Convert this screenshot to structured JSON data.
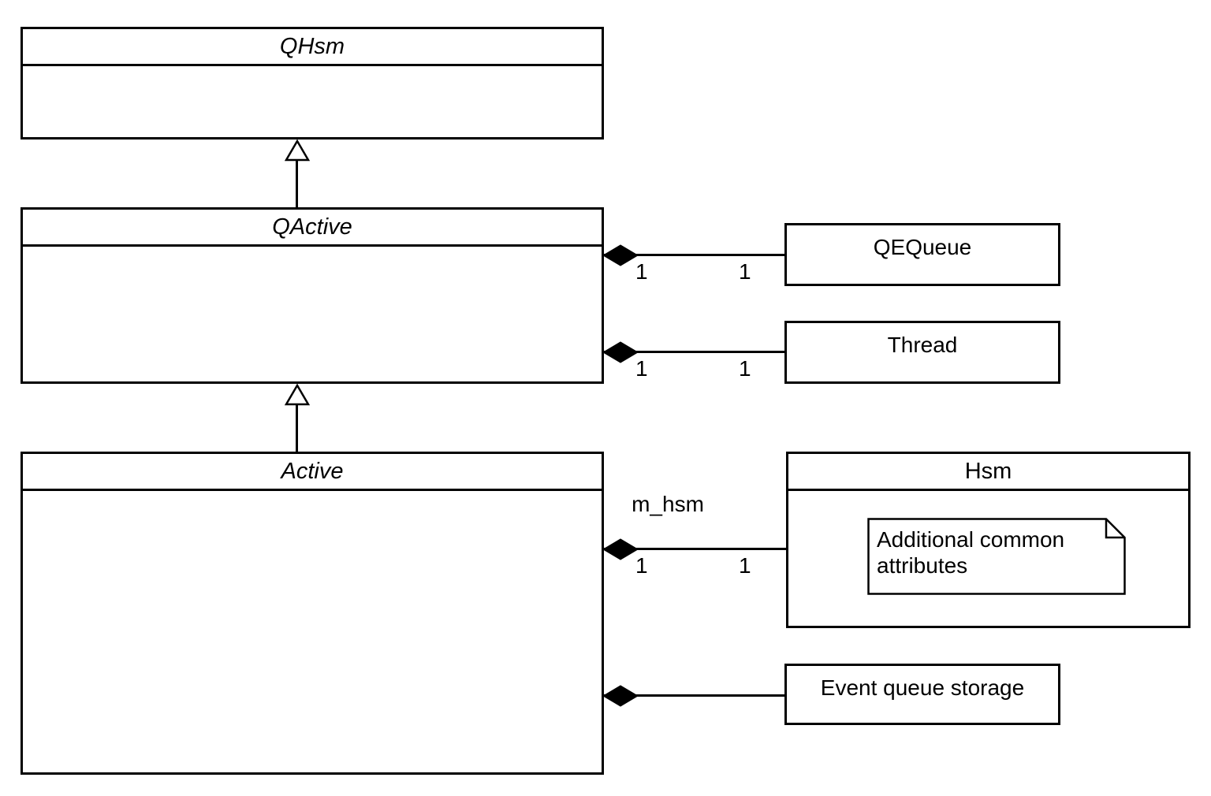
{
  "diagram": {
    "classes": {
      "qhsm": {
        "name": "QHsm"
      },
      "qactive": {
        "name": "QActive"
      },
      "active": {
        "name": "Active"
      },
      "hsm": {
        "name": "Hsm"
      }
    },
    "parts": {
      "qequeue": {
        "label": "QEQueue"
      },
      "thread": {
        "label": "Thread"
      },
      "event_queue_storage": {
        "label": "Event queue storage"
      }
    },
    "note": {
      "text": "Additional common attributes"
    },
    "links": {
      "qactive_qequeue": {
        "source_mult": "1",
        "target_mult": "1"
      },
      "qactive_thread": {
        "source_mult": "1",
        "target_mult": "1"
      },
      "active_hsm": {
        "label": "m_hsm",
        "source_mult": "1",
        "target_mult": "1"
      },
      "active_event_queue_storage": {}
    }
  }
}
